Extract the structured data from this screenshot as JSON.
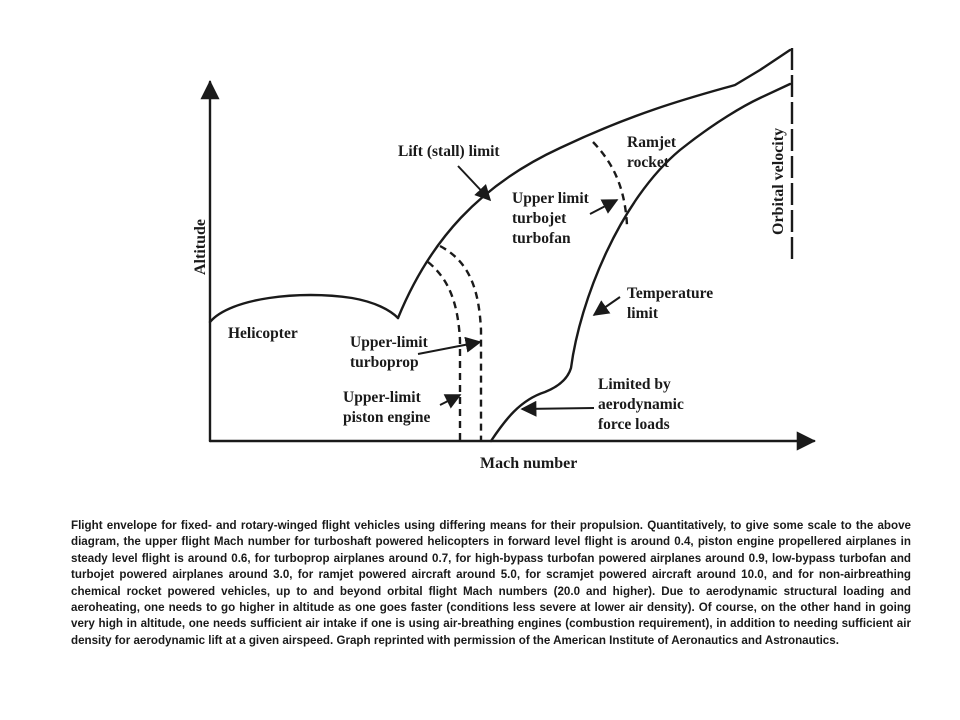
{
  "diagram": {
    "axis_x_label": "Mach number",
    "axis_y_label": "Altitude",
    "orbital_label": "Orbital velocity",
    "labels": {
      "lift": "Lift (stall) limit",
      "ramjet": [
        "Ramjet",
        "rocket"
      ],
      "upper_turbojet": [
        "Upper limit",
        "turbojet",
        "turbofan"
      ],
      "temperature": [
        "Temperature",
        "limit"
      ],
      "helicopter": "Helicopter",
      "turboprop": [
        "Upper-limit",
        "turboprop"
      ],
      "piston": [
        "Upper-limit",
        "piston engine"
      ],
      "aero": [
        "Limited by",
        "aerodynamic",
        "force loads"
      ]
    }
  },
  "caption": "Flight envelope for fixed- and rotary-winged flight vehicles using differing means for their propulsion. Quantitatively, to give some scale to the above diagram, the upper flight Mach number for turboshaft powered helicopters in forward level flight is around 0.4, piston engine propellered airplanes in steady level flight is around 0.6, for turboprop airplanes around 0.7, for high-bypass turbofan powered airplanes around 0.9, low-bypass turbofan and turbojet powered airplanes around 3.0, for ramjet powered aircraft around 5.0, for scramjet powered aircraft around 10.0, and for non-airbreathing chemical rocket powered vehicles, up to and beyond orbital flight Mach numbers (20.0 and higher). Due to aerodynamic structural loading and aeroheating, one needs to go higher in altitude as one goes faster (conditions less severe at lower air density). Of course, on the other hand in going very high in altitude, one needs sufficient air intake if one is using air-breathing engines (combustion requirement), in addition to needing sufficient air density for aerodynamic lift at a given airspeed. Graph reprinted with permission of the American Institute of Aeronautics and Astronautics."
}
